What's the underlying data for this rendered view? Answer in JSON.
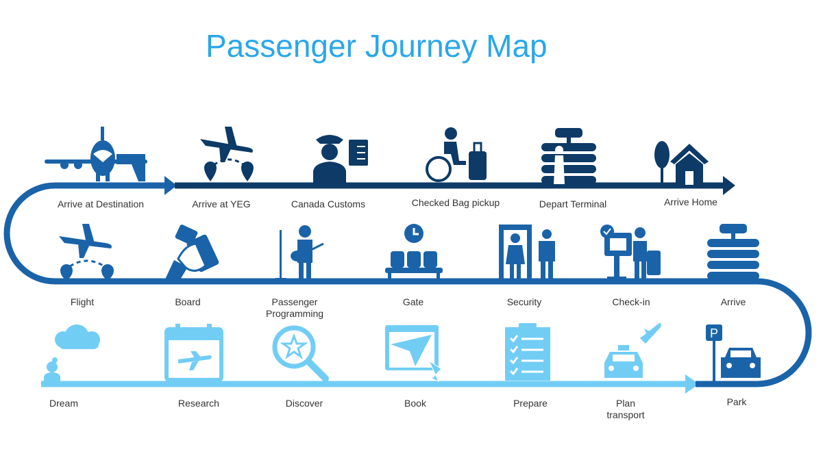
{
  "title": "Passenger Journey Map",
  "colors": {
    "title": "#2aa7ea",
    "mid_blue": "#1a63a8",
    "navy": "#0d3a66",
    "light_blue": "#72cdf4"
  },
  "rows": {
    "top": [
      {
        "label": "Arrive at Destination",
        "icon": "airplane-at-gate-icon"
      },
      {
        "label": "Arrive at YEG",
        "icon": "flight-route-icon"
      },
      {
        "label": "Canada Customs",
        "icon": "customs-officer-icon"
      },
      {
        "label": "Checked Bag pickup",
        "icon": "wheelchair-luggage-icon"
      },
      {
        "label": "Depart Terminal",
        "icon": "terminal-building-icon"
      },
      {
        "label": "Arrive Home",
        "icon": "house-icon"
      }
    ],
    "middle": [
      {
        "label": "Flight",
        "icon": "flight-route-icon"
      },
      {
        "label": "Board",
        "icon": "boarding-pass-icon"
      },
      {
        "label": "Passenger Programming",
        "icon": "musician-icon"
      },
      {
        "label": "Gate",
        "icon": "gate-seating-icon"
      },
      {
        "label": "Security",
        "icon": "security-scanner-icon"
      },
      {
        "label": "Check-in",
        "icon": "check-in-kiosk-icon"
      },
      {
        "label": "Arrive",
        "icon": "terminal-building-icon"
      }
    ],
    "bottom": [
      {
        "label": "Dream",
        "icon": "dream-icon"
      },
      {
        "label": "Research",
        "icon": "calendar-flight-icon"
      },
      {
        "label": "Discover",
        "icon": "magnifier-star-icon"
      },
      {
        "label": "Book",
        "icon": "browser-paper-plane-icon"
      },
      {
        "label": "Prepare",
        "icon": "checklist-icon"
      },
      {
        "label": "Plan transport",
        "icon": "taxi-icon"
      },
      {
        "label": "Park",
        "icon": "parking-car-icon"
      }
    ]
  }
}
